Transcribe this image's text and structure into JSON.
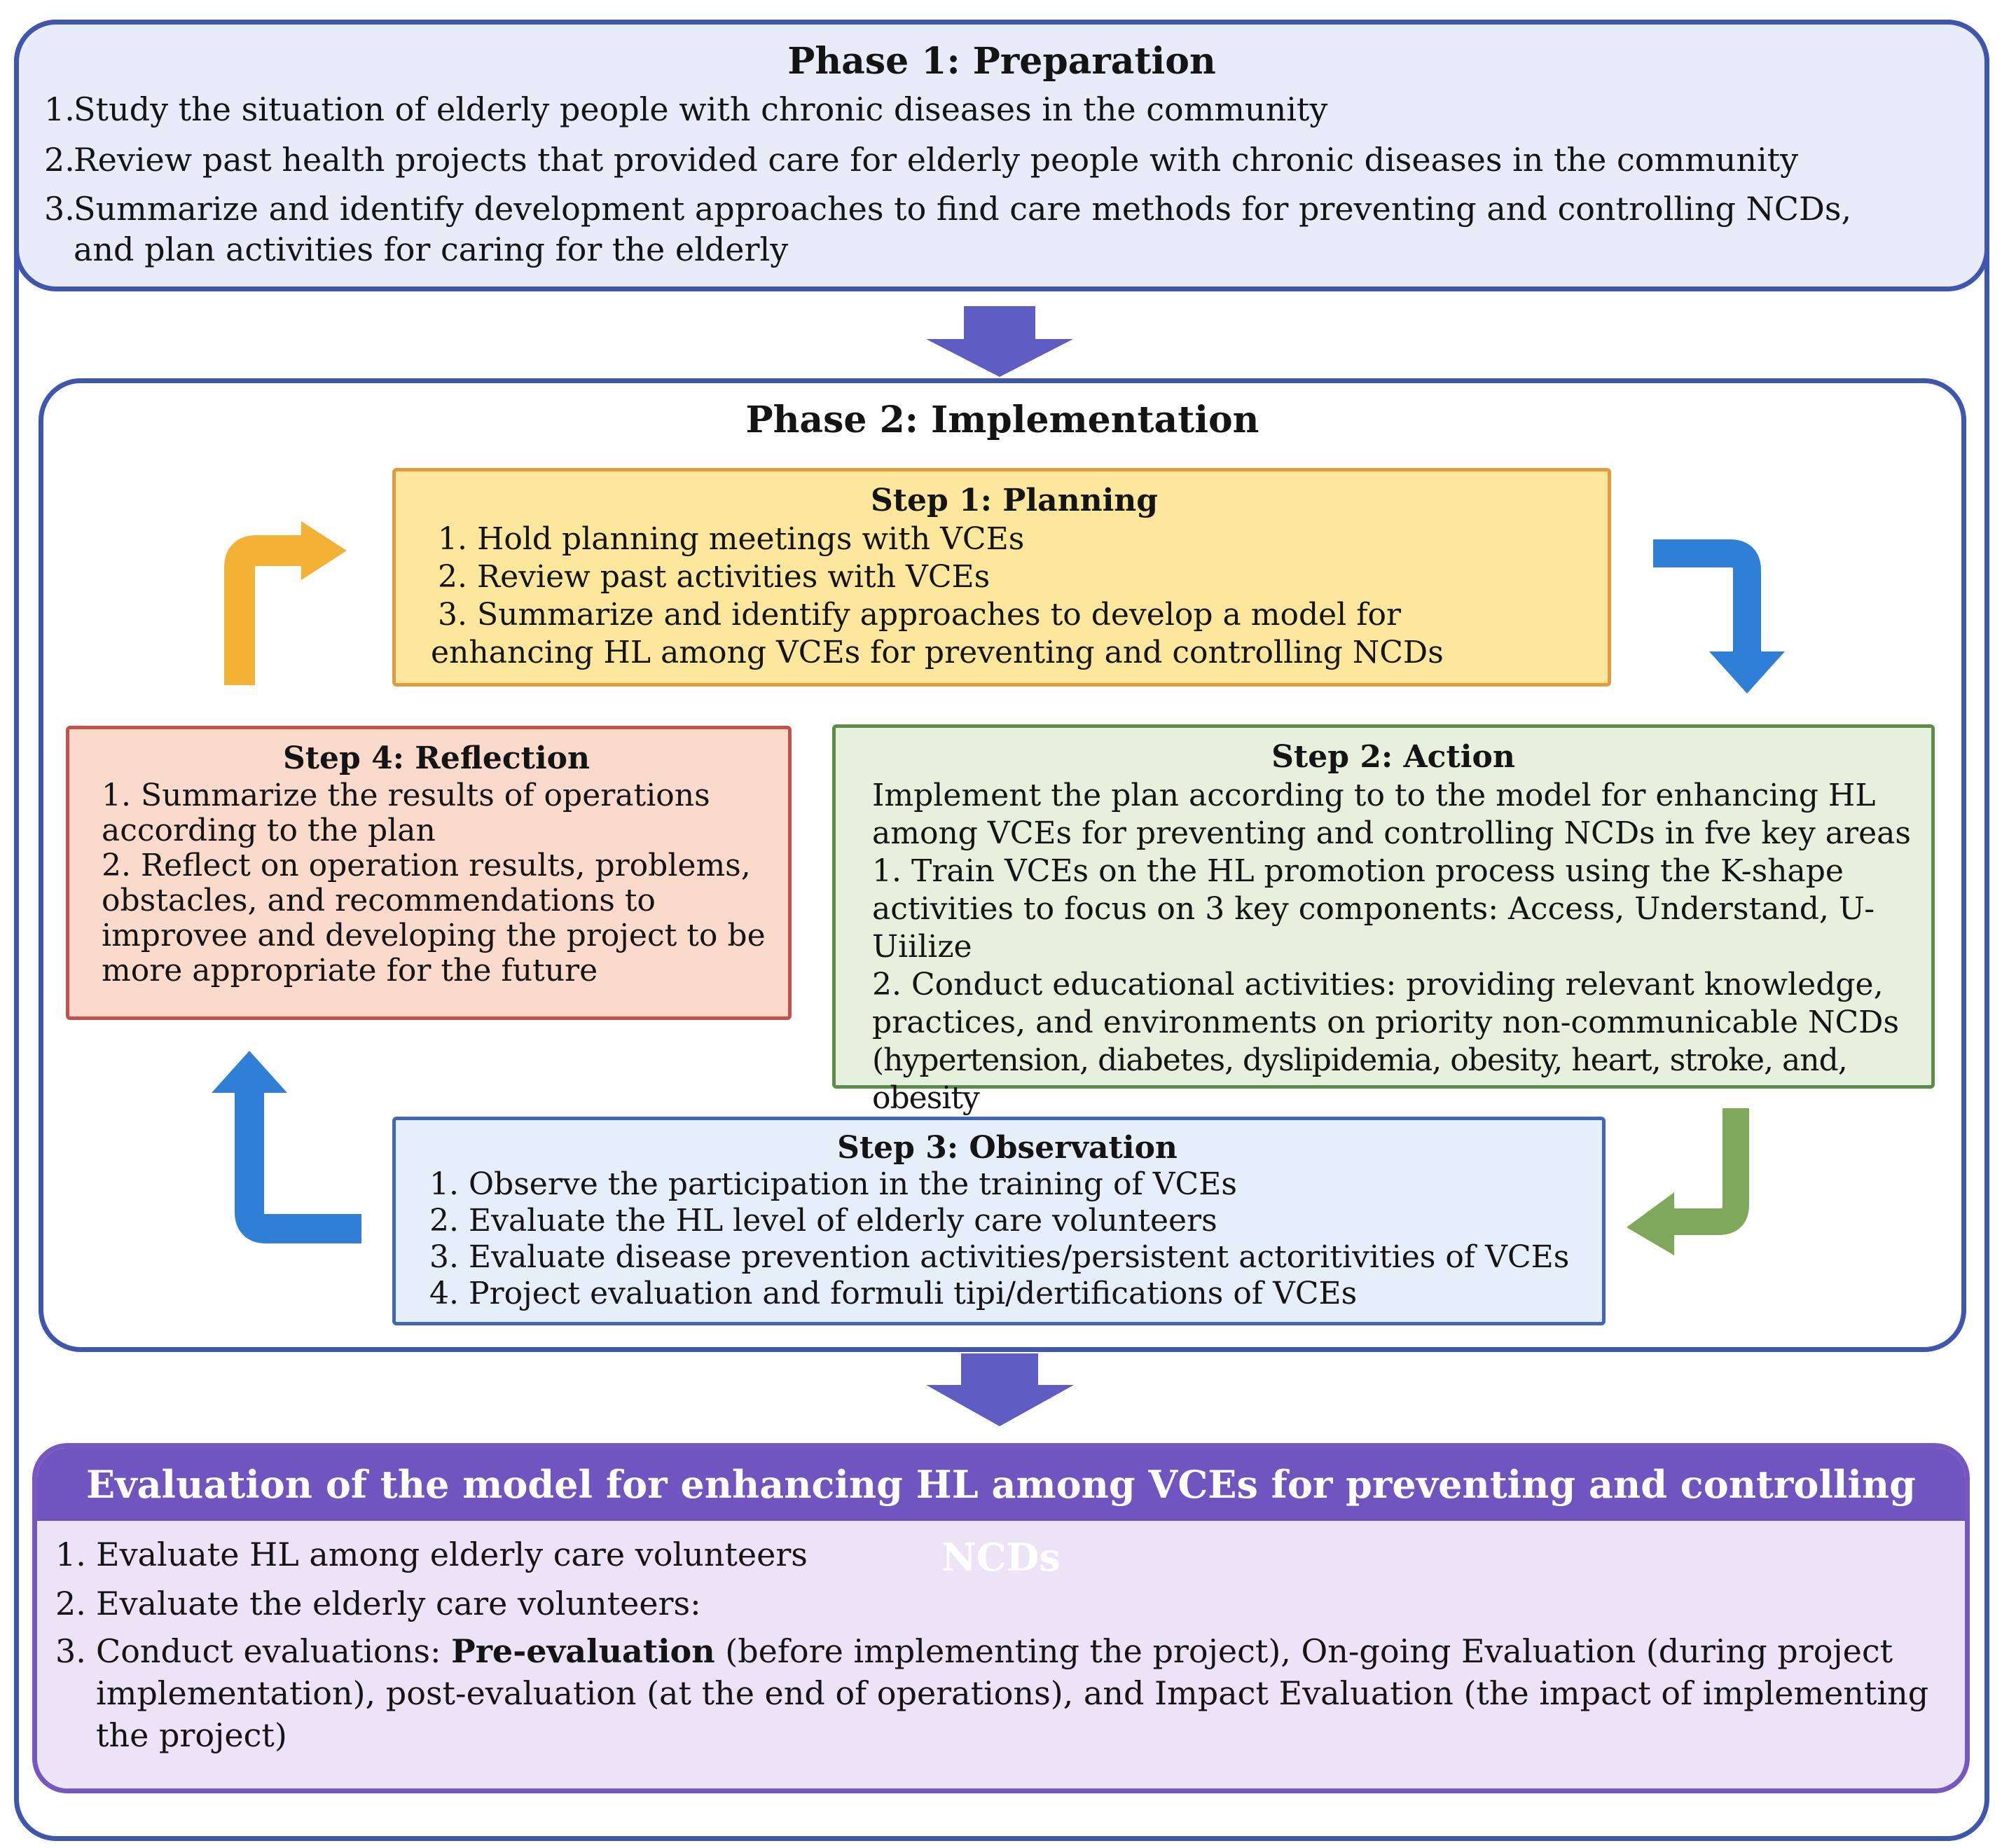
{
  "phase1": {
    "title": "Phase 1: Preparation",
    "items": [
      {
        "num": "1.",
        "text": "Study the situation of elderly people with chronic diseases in the community"
      },
      {
        "num": "2.",
        "text": "Review past health projects that provided care for elderly people with chronic diseases in the community"
      },
      {
        "num": "3.",
        "line1": "Summarize and identify development approaches to find care methods for preventing and controlling NCDs,",
        "line2": "and plan activities for caring for the elderly"
      }
    ]
  },
  "phase2": {
    "title": "Phase 2:  Implementation",
    "step1": {
      "title": "Step 1: Planning",
      "items": [
        "1. Hold planning meetings with VCEs",
        "2. Review past activities with VCEs",
        "3. Summarize and identify approaches to develop a model for",
        "enhancing HL among VCEs for preventing and controlling NCDs"
      ]
    },
    "step2": {
      "title": "Step 2: Action",
      "items": [
        "Implement the plan according to to the model for enhancing HL",
        "among VCEs for preventing and controlling NCDs in fve key areas",
        "1. Train VCEs on the HL promotion process using the K-shape",
        "activities to focus on 3 key components: Access, Understand, U-",
        "Uiilize",
        "2. Conduct educational activities: providing relevant knowledge,",
        "practices, and environments on priority non-communicable NCDs",
        "(hypertension, diabetes, dyslipidemia, obesity, heart, stroke, and, obesity"
      ]
    },
    "step3": {
      "title": "Step 3: Observation",
      "items": [
        "1. Observe the participation in the training of VCEs",
        "2. Evaluate the HL level of elderly care volunteers",
        "3. Evaluate disease prevention activities/persistent actoritivities of VCEs",
        "4. Project evaluation and formuli tipi/dertifications of VCEs"
      ]
    },
    "step4": {
      "title": "Step 4: Reflection",
      "items": [
        "1. Summarize the results of operations",
        "according to the plan",
        "2. Reflect on operation results, problems,",
        "obstacles, and recommendations to",
        "improvee and developing the project to be",
        "more appropriate for the future"
      ]
    }
  },
  "evaluation": {
    "title": "Evaluation of the model for enhancing HL among VCEs for preventing and controlling NCDs",
    "item1": {
      "num": "1.",
      "text": "Evaluate HL among elderly care volunteers"
    },
    "item2": {
      "num": "2.",
      "text": "Evaluate the elderly care volunteers:"
    },
    "item3": {
      "num": "3.",
      "prefix": "Conduct evaluations: ",
      "bold": "Pre-evaluation",
      "rest": "  (before implementing the project), On-going Evaluation (during project implementation), post-evaluation (at the end of operations), and Impact Evaluation (the impact of implementing the project)"
    }
  },
  "colors": {
    "frame": "#3f56b0",
    "phase_arrow": "#5f5cc4",
    "yellow_arrow": "#f2b233",
    "blue_arrow": "#2f7fd6",
    "green_arrow": "#7fa85a",
    "eval_header": "#7055c0"
  }
}
